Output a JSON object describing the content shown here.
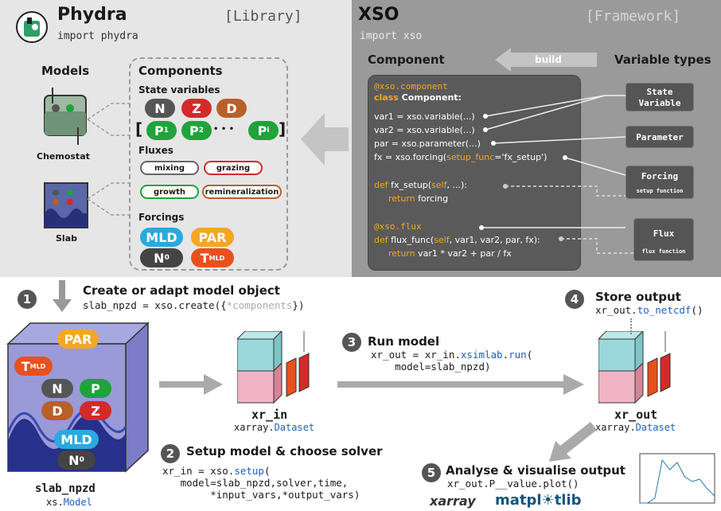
{
  "phydra": {
    "title": "Phydra",
    "tag": "[Library]",
    "import": "import phydra"
  },
  "xso": {
    "title": "XSO",
    "tag": "[Framework]",
    "import": "import xso",
    "build": "build",
    "component_heading": "Component",
    "vartypes_heading": "Variable types"
  },
  "models": {
    "heading": "Models",
    "chemostat": "Chemostat",
    "slab": "Slab"
  },
  "components": {
    "heading": "Components",
    "state_heading": "State variables",
    "state_vars": [
      "N",
      "Z",
      "D"
    ],
    "p_vars": [
      {
        "label": "P",
        "sub": "1"
      },
      {
        "label": "P",
        "sub": "2"
      },
      {
        "label": "P",
        "sub": "i"
      }
    ],
    "ellipsis": "• • •",
    "bracket_open": "[",
    "bracket_close": "]",
    "flux_heading": "Fluxes",
    "fluxes": [
      "mixing",
      "grazing",
      "growth",
      "remineralization"
    ],
    "forcing_heading": "Forcings",
    "forcings": [
      {
        "label": "MLD"
      },
      {
        "label": "PAR"
      },
      {
        "label": "N",
        "sub": "0"
      },
      {
        "label": "T",
        "sub": "MLD"
      }
    ]
  },
  "code": {
    "decorator": "@xso.component",
    "class_kw": "class",
    "class_name": "Component:",
    "line1": "var1 = xso.variable(...)",
    "line2": "var2 = xso.variable(...)",
    "line3": "par = xso.parameter(...)",
    "line4a": "fx = xso.forcing(",
    "line4b": "setup_func",
    "line4c": "='fx_setup')",
    "def_kw": "def",
    "setup_name": " fx_setup(",
    "self": "self",
    "setup_rest": ", ...):",
    "return_kw": "return",
    "setup_return": " forcing",
    "flux_decorator": "@xso.flux",
    "flux_name": " flux_func(",
    "flux_rest": ",  var1, var2, par, fx):",
    "flux_return": " var1 * var2 + par / fx"
  },
  "var_types": [
    {
      "label": "State\nVariable"
    },
    {
      "label": "Parameter"
    },
    {
      "label": "Forcing",
      "sub": "setup function"
    },
    {
      "label": "Flux",
      "sub": "flux function"
    }
  ],
  "steps": {
    "s1": {
      "num": "1",
      "title": "Create or adapt model object",
      "code_a": "slab_npzd = xso.create({",
      "code_b": "*components",
      "code_c": "})"
    },
    "s2": {
      "num": "2",
      "title": "Setup model & choose solver",
      "code": "xr_in = xso.",
      "code_setup": "setup",
      "code_rest": "(\n   model=slab_npzd,solver,time,\n        *input_vars,*output_vars)"
    },
    "s3": {
      "num": "3",
      "title": "Run model",
      "code_a": "xr_out = xr_in.",
      "code_b": "xsimlab",
      "code_c": ".",
      "code_d": "run",
      "code_e": "(\n    model=slab_npzd)"
    },
    "s4": {
      "num": "4",
      "title": "Store output",
      "code_a": "xr_out.",
      "code_b": "to_netcdf",
      "code_c": "()"
    },
    "s5": {
      "num": "5",
      "title": "Analyse & visualise output",
      "code": "xr_out.P__value.plot()"
    }
  },
  "slab_box": {
    "labels": [
      "PAR",
      "T",
      "N",
      "P",
      "D",
      "Z",
      "MLD",
      "N"
    ],
    "t_sub": "MLD",
    "n_sub": "0",
    "caption": "slab_npzd",
    "type_a": "xs.",
    "type_b": "Model"
  },
  "xr_in": {
    "caption": "xr_in",
    "type_a": "xarray.",
    "type_b": "Dataset"
  },
  "xr_out": {
    "caption": "xr_out",
    "type_a": "xarray.",
    "type_b": "Dataset"
  },
  "logos": {
    "xarray": "xarray",
    "matplotlib": "matpl☀tlib"
  },
  "colors": {
    "N": "#555555",
    "Z": "#d42a2a",
    "D": "#b8602a",
    "P": "#1fa33a",
    "MLD": "#29a9e0",
    "PAR": "#f5a623",
    "N0": "#444444",
    "TMLD": "#e8501e"
  },
  "chart_data": {
    "type": "line",
    "title": "",
    "xlabel": "",
    "ylabel": "",
    "x": [
      0,
      20,
      40,
      60,
      80,
      100,
      120,
      140,
      160,
      180,
      200
    ],
    "y": [
      0,
      0,
      0.1,
      0.9,
      0.7,
      0.85,
      0.55,
      0.45,
      0.5,
      0.3,
      0.15
    ]
  }
}
